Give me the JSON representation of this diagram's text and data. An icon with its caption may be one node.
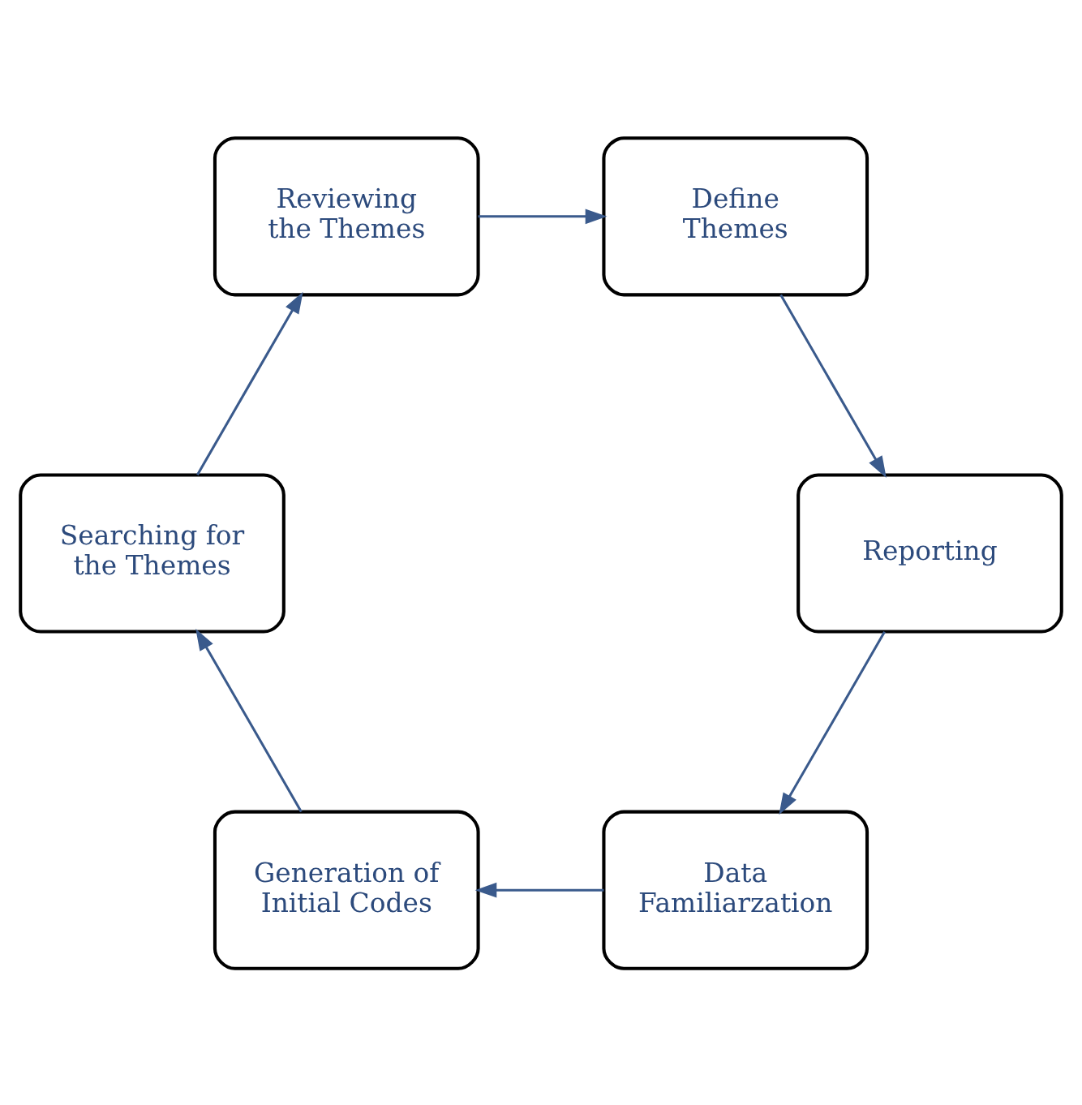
{
  "diagram": {
    "nodes": [
      {
        "text": [
          "Data Familiarzation"
        ]
      },
      {
        "text": [
          "Generation of Initial Codes"
        ]
      },
      {
        "text": [
          "Searching for the Themes"
        ]
      },
      {
        "text": [
          "Reviewing the Themes"
        ]
      },
      {
        "text": [
          "Define Themes"
        ]
      },
      {
        "text": [
          "Reporting"
        ]
      }
    ],
    "edges": [
      {
        "from": 0,
        "to": 1,
        "arrow": "to"
      },
      {
        "from": 1,
        "to": 2,
        "arrow": "to"
      },
      {
        "from": 2,
        "to": 3,
        "arrow": "to"
      },
      {
        "from": 3,
        "to": 4,
        "arrow": "to"
      },
      {
        "from": 4,
        "to": 5,
        "arrow": "to"
      },
      {
        "from": 5,
        "to": 0,
        "arrow": "to"
      }
    ]
  }
}
